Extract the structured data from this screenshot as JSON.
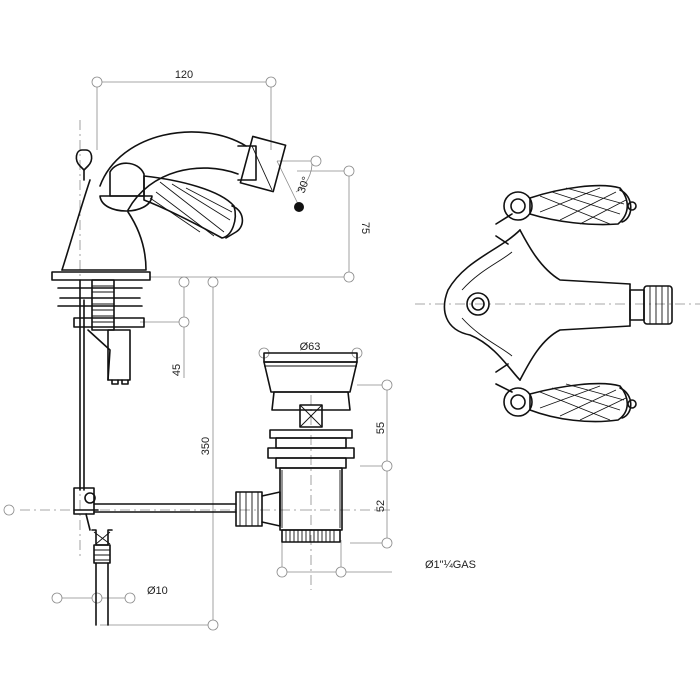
{
  "dimensions": {
    "width_top": "120",
    "height_spout": "75",
    "angle": "30°",
    "depth_below": "45",
    "length_rod": "350",
    "diameter_waste_top": "Ø63",
    "height_waste_upper": "55",
    "height_waste_lower": "52",
    "thread_waste": "Ø1\"¼GAS",
    "diameter_hose": "Ø10"
  },
  "colors": {
    "line": "#111111",
    "dimension": "#8a8a8a",
    "background": "#ffffff"
  }
}
